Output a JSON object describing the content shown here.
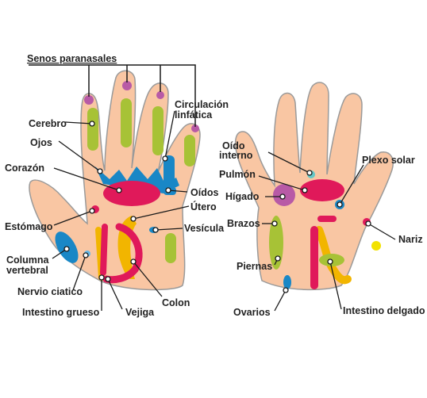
{
  "title": "Senos paranasales",
  "labels": {
    "cerebro": "Cerebro",
    "ojos": "Ojos",
    "corazon": "Corazón",
    "estomago": "Estómago",
    "columna_1": "Columna",
    "columna_2": "vertebral",
    "nervio": "Nervio ciatico",
    "intestino_grueso": "Intestino grueso",
    "vejiga": "Vejiga",
    "colon": "Colon",
    "circulacion_1": "Circulación",
    "circulacion_2": "linfática",
    "oidos": "Oídos",
    "utero": "Útero",
    "vesicula": "Vesícula",
    "oido_interno_1": "Oído",
    "oido_interno_2": "interno",
    "pulmon": "Pulmón",
    "higado": "Hígado",
    "brazos": "Brazos",
    "piernas": "Piernas",
    "ovarios": "Ovarios",
    "plexo_solar": "Plexo solar",
    "nariz": "Nariz",
    "intestino_delgado": "Intestino delgado"
  },
  "colors": {
    "skin": "#f9c6a3",
    "skin_outline": "#9a9a9a",
    "red": "#e0195a",
    "blue": "#1987c6",
    "yellow": "#f2b500",
    "green": "#a7c236",
    "purple": "#b85aa6",
    "leader": "#1a1a1a"
  }
}
